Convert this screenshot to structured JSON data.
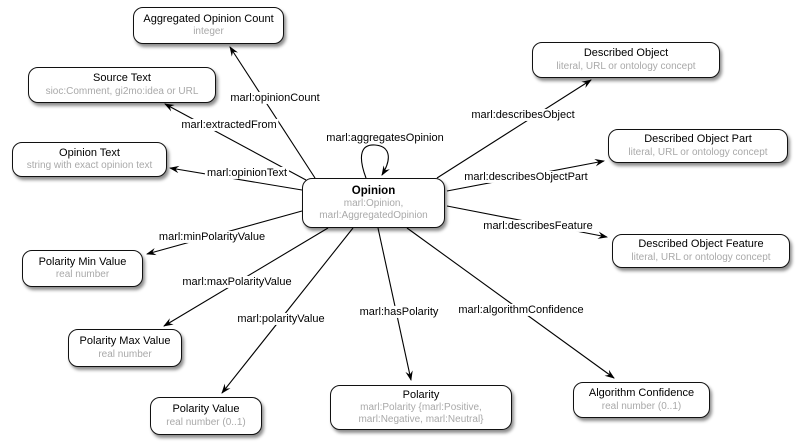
{
  "colors": {
    "background": "#ffffff",
    "node_fill": "#ffffff",
    "node_border": "#111111",
    "title_text": "#000000",
    "subtitle_text": "#a9a9a9",
    "edge_line": "#000000"
  },
  "nodes": [
    {
      "id": "opinion",
      "title": "Opinion",
      "subtitle": "marl:Opinion, marl:AggregatedOpinion"
    },
    {
      "id": "aggregated-opinion-count",
      "title": "Aggregated Opinion Count",
      "subtitle": "integer"
    },
    {
      "id": "source-text",
      "title": "Source Text",
      "subtitle": "sioc:Comment, gi2mo:idea or URL"
    },
    {
      "id": "opinion-text",
      "title": "Opinion Text",
      "subtitle": "string with exact opinion text"
    },
    {
      "id": "polarity-min-value",
      "title": "Polarity Min Value",
      "subtitle": "real number"
    },
    {
      "id": "polarity-max-value",
      "title": "Polarity Max Value",
      "subtitle": "real number"
    },
    {
      "id": "polarity-value",
      "title": "Polarity Value",
      "subtitle": "real number (0..1)"
    },
    {
      "id": "polarity",
      "title": "Polarity",
      "subtitle": "marl:Polarity {marl:Positive, marl:Negative, marl:Neutral}"
    },
    {
      "id": "algorithm-confidence",
      "title": "Algorithm Confidence",
      "subtitle": "real number (0..1)"
    },
    {
      "id": "described-object",
      "title": "Described Object",
      "subtitle": "literal, URL or ontology concept"
    },
    {
      "id": "described-object-part",
      "title": "Described Object Part",
      "subtitle": "literal, URL or ontology concept"
    },
    {
      "id": "described-object-feature",
      "title": "Described Object Feature",
      "subtitle": "literal, URL or ontology concept"
    }
  ],
  "edges": [
    {
      "label": "marl:opinionCount"
    },
    {
      "label": "marl:extractedFrom"
    },
    {
      "label": "marl:opinionText"
    },
    {
      "label": "marl:aggregatesOpinion"
    },
    {
      "label": "marl:describesObject"
    },
    {
      "label": "marl:describesObjectPart"
    },
    {
      "label": "marl:describesFeature"
    },
    {
      "label": "marl:minPolarityValue"
    },
    {
      "label": "marl:maxPolarityValue"
    },
    {
      "label": "marl:polarityValue"
    },
    {
      "label": "marl:hasPolarity"
    },
    {
      "label": "marl:algorithmConfidence"
    }
  ]
}
